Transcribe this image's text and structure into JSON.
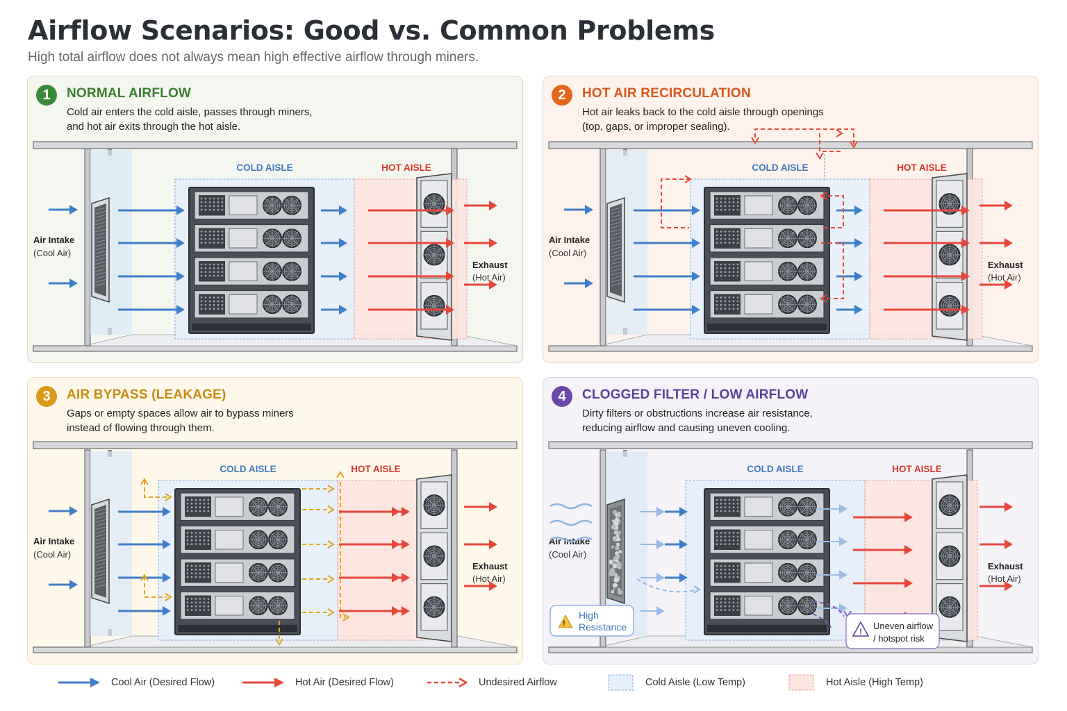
{
  "header": {
    "title": "Airflow Scenarios: Good vs. Common Problems",
    "subtitle": "High total airflow does not always mean high effective airflow through miners."
  },
  "colors": {
    "cool": "#3f7fc9",
    "hot": "#e5483a",
    "undesired": "#e5483a",
    "bypass": "#e3a21f",
    "green": "#3a8a3a",
    "orange": "#e2661d",
    "amber": "#d99a1a",
    "purple": "#6b47a8"
  },
  "labels": {
    "cold_aisle": "COLD AISLE",
    "hot_aisle": "HOT AISLE",
    "air_intake": "Air Intake",
    "cool_air": "(Cool Air)",
    "exhaust": "Exhaust",
    "hot_air": "(Hot Air)"
  },
  "panels": [
    {
      "number": "1",
      "title": "NORMAL AIRFLOW",
      "desc1": "Cold air enters the cold aisle, passes through miners,",
      "desc2": "and hot air exits through the hot aisle."
    },
    {
      "number": "2",
      "title": "HOT AIR RECIRCULATION",
      "desc1": "Hot air leaks back to the cold aisle through openings",
      "desc2": "(top, gaps, or improper sealing)."
    },
    {
      "number": "3",
      "title": "AIR BYPASS (LEAKAGE)",
      "desc1": "Gaps or empty spaces allow air to bypass miners",
      "desc2": "instead of flowing through them."
    },
    {
      "number": "4",
      "title": "CLOGGED FILTER / LOW AIRFLOW",
      "desc1": "Dirty filters or obstructions increase air resistance,",
      "desc2": "reducing airflow and causing uneven cooling."
    }
  ],
  "callouts": {
    "high_resistance_1": "High",
    "high_resistance_2": "Resistance",
    "uneven_1": "Uneven airflow",
    "uneven_2": "/ hotspot risk"
  },
  "legend": {
    "cool": "Cool Air (Desired Flow)",
    "hot": "Hot Air (Desired Flow)",
    "undesired": "Undesired Airflow",
    "cold_aisle": "Cold Aisle (Low Temp)",
    "hot_aisle": "Hot Aisle (High Temp)"
  }
}
